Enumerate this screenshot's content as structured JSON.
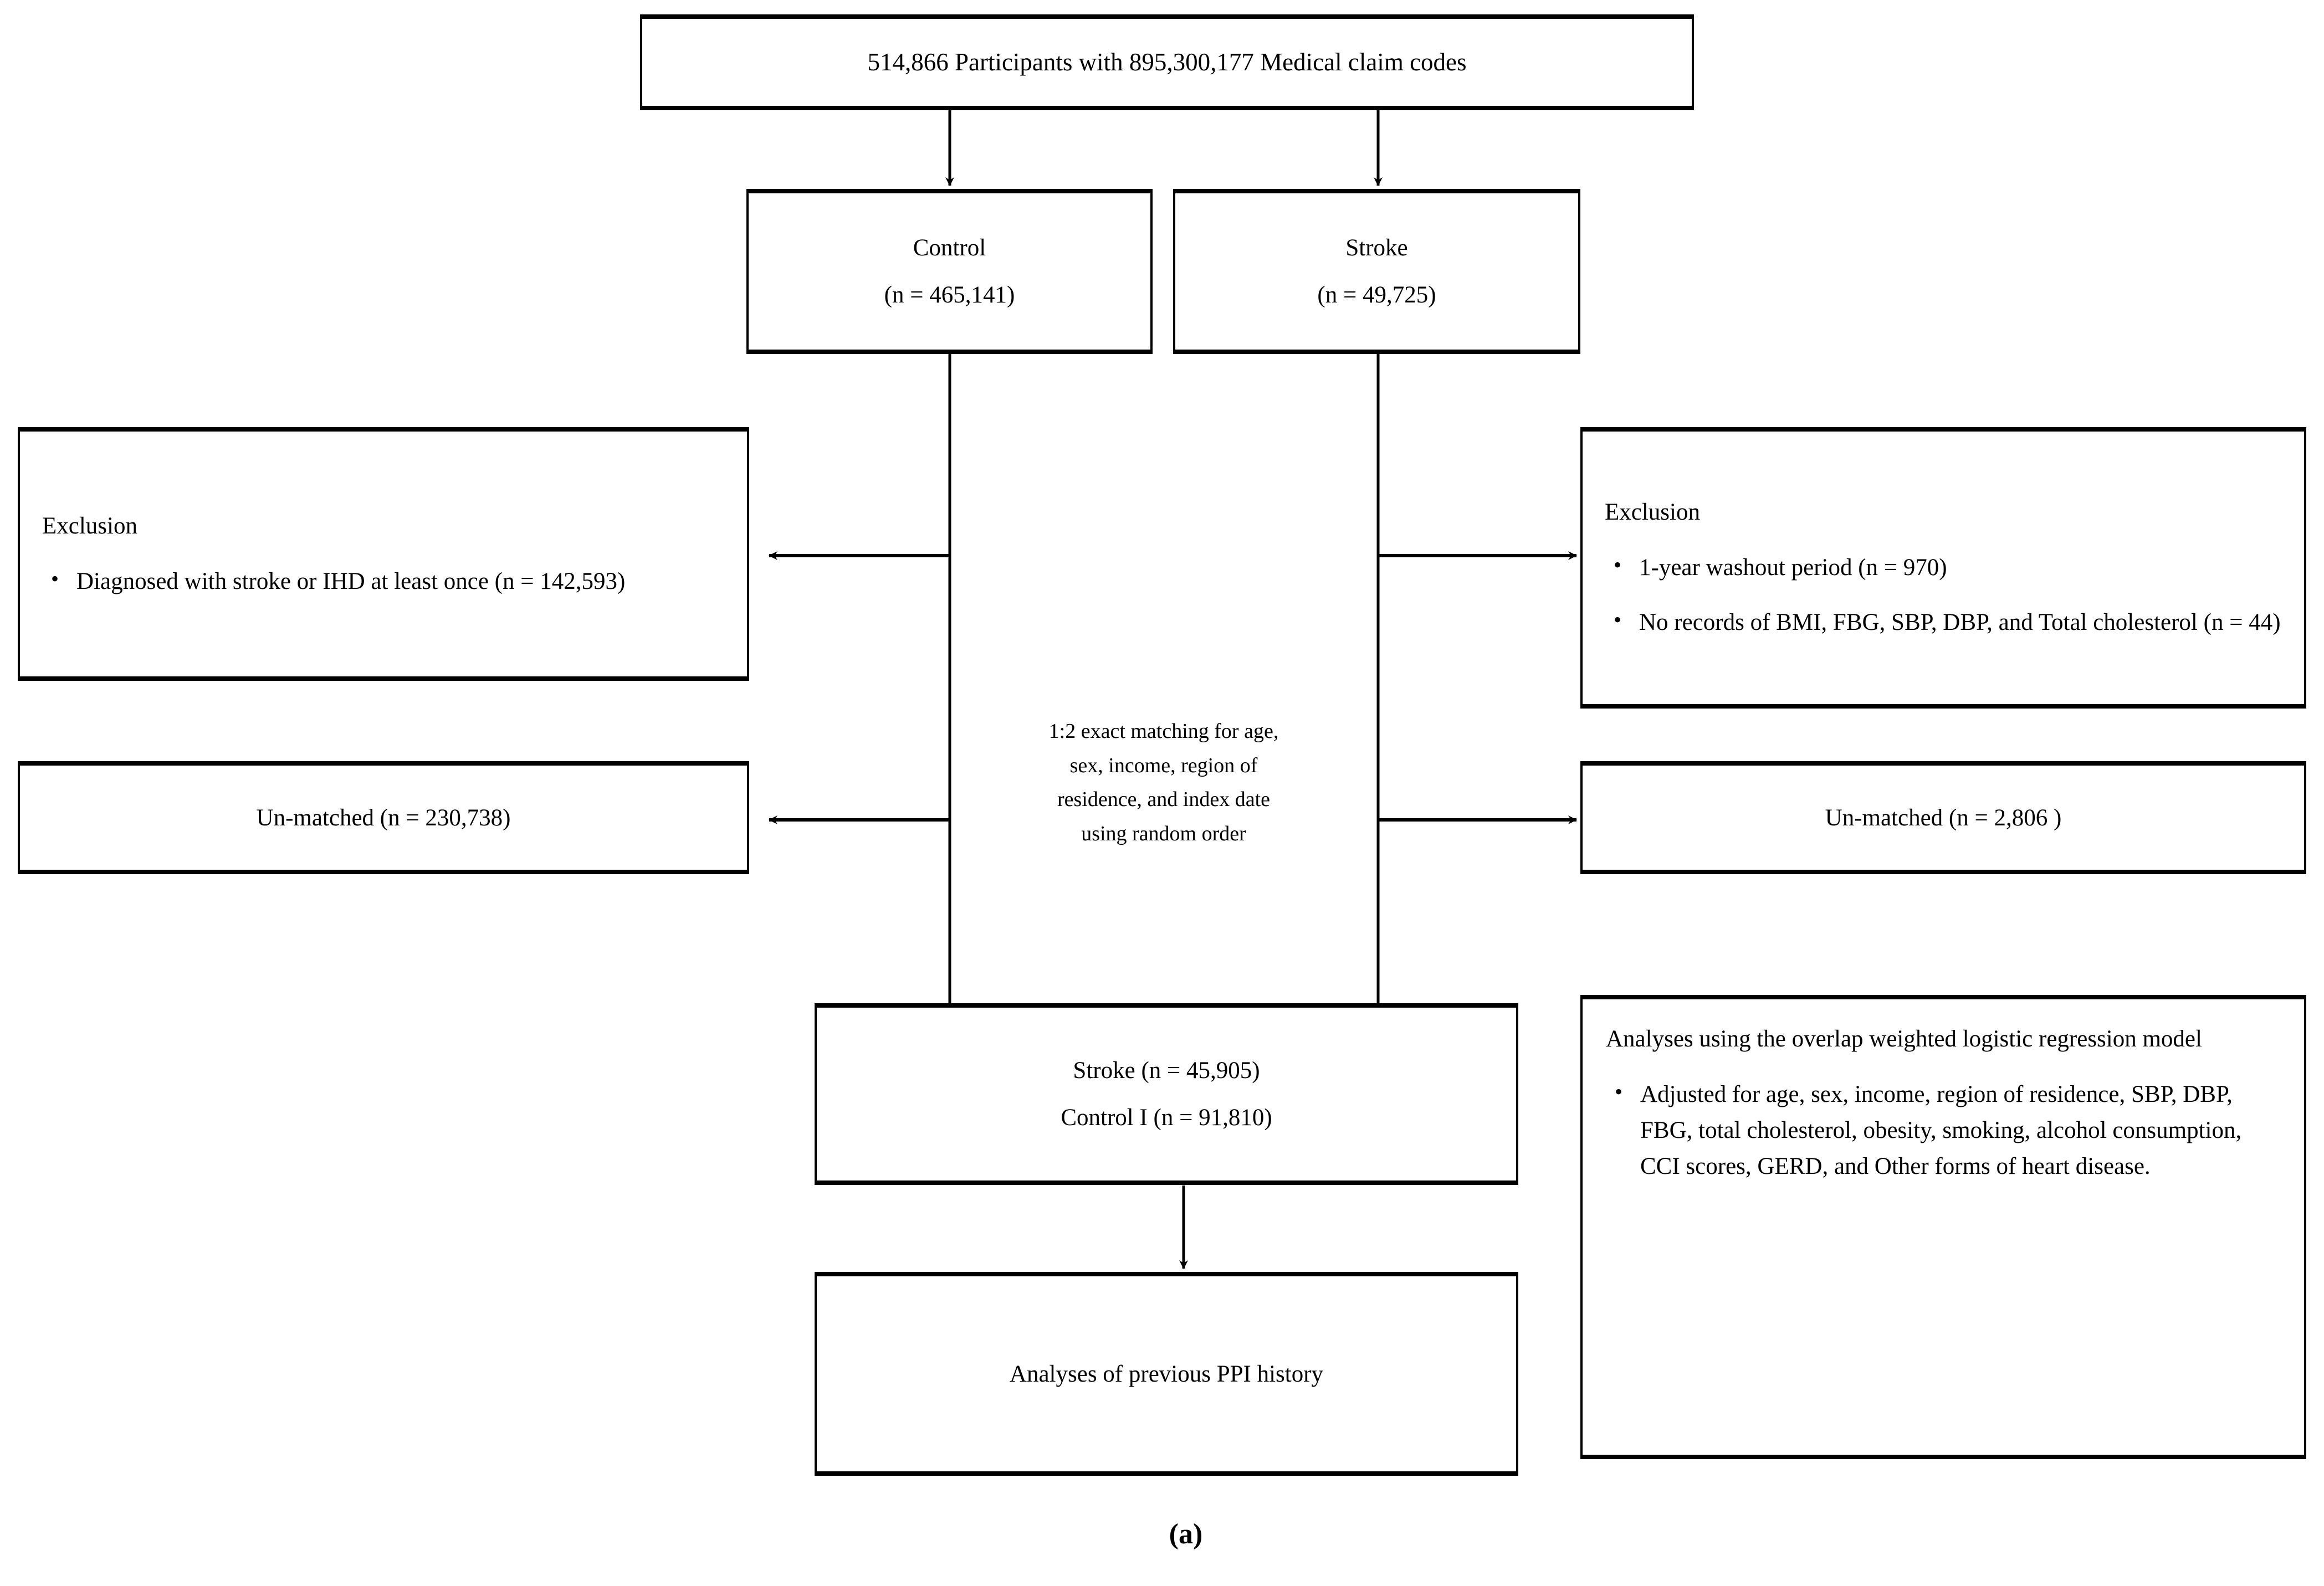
{
  "figure": {
    "caption": "(a)",
    "colors": {
      "stroke": "#000000",
      "background": "#ffffff"
    }
  },
  "nodes": {
    "source": {
      "text": "514,866 Participants with 895,300,177 Medical claim codes"
    },
    "control": {
      "line1": "Control",
      "line2": "(n =  465,141)"
    },
    "stroke": {
      "line1": "Stroke",
      "line2": "(n = 49,725)"
    },
    "exclusion_left": {
      "heading": "Exclusion",
      "bullets": [
        "Diagnosed with stroke or IHD at least once (n = 142,593)"
      ]
    },
    "exclusion_right": {
      "heading": "Exclusion",
      "bullets": [
        "1-year washout period (n = 970)",
        "No records of BMI, FBG, SBP, DBP, and Total cholesterol (n = 44)"
      ]
    },
    "unmatched_left": {
      "text": "Un-matched (n = 230,738)"
    },
    "unmatched_right": {
      "text": "Un-matched (n =  2,806 )"
    },
    "matching_note": {
      "lines": [
        "1:2 exact matching for age,",
        "sex, income, region of",
        "residence, and index date",
        "using random order"
      ]
    },
    "matched_cohort": {
      "line1": "Stroke (n = 45,905)",
      "line2": "Control I (n = 91,810)"
    },
    "analyses_box": {
      "text": "Analyses of previous PPI history"
    },
    "model_note": {
      "heading": "Analyses using the overlap weighted logistic regression model",
      "bullets": [
        "Adjusted for age, sex, income, region of residence, SBP, DBP, FBG, total cholesterol, obesity, smoking, alcohol consumption, CCI scores, GERD, and Other forms of heart disease."
      ]
    }
  }
}
